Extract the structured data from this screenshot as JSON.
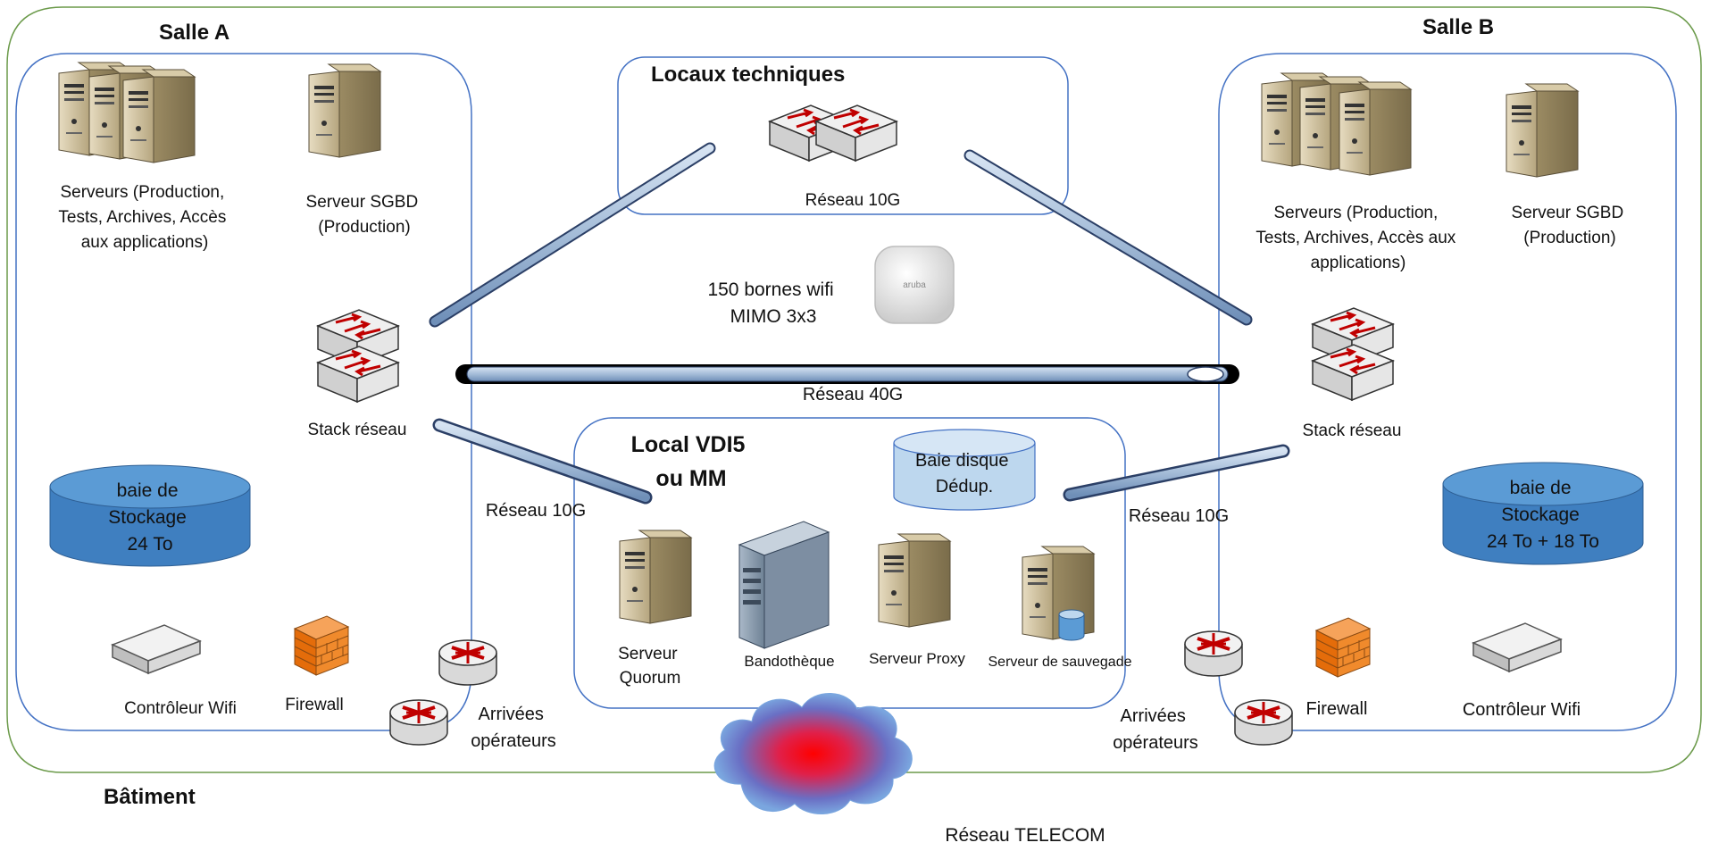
{
  "rooms": {
    "salle_a": "Salle A",
    "salle_b": "Salle B",
    "batiment": "Bâtiment",
    "locaux_techniques": "Locaux techniques",
    "local_vdi5": [
      "Local VDI5",
      "ou MM"
    ]
  },
  "salle_a": {
    "servers": [
      "Serveurs  (Production,",
      "Tests, Archives, Accès",
      "aux applications)"
    ],
    "sgbd": [
      "Serveur SGBD",
      "(Production)"
    ],
    "stack": "Stack réseau",
    "storage": [
      "baie de",
      "Stockage",
      "24 To"
    ],
    "wifi_controller": "Contrôleur Wifi",
    "firewall": "Firewall",
    "operators": [
      "Arrivées",
      "opérateurs"
    ]
  },
  "salle_b": {
    "servers": [
      "Serveurs  (Production,",
      "Tests, Archives, Accès aux",
      "applications)"
    ],
    "sgbd": [
      "Serveur SGBD",
      "(Production)"
    ],
    "stack": "Stack réseau",
    "storage": [
      "baie de",
      "Stockage",
      "24 To + 18 To"
    ],
    "wifi_controller": "Contrôleur Wifi",
    "firewall": "Firewall",
    "operators": [
      "Arrivées",
      "opérateurs"
    ]
  },
  "center": {
    "reseau_10g_top": "Réseau 10G",
    "wifi": [
      "150 bornes wifi",
      "MIMO 3x3"
    ],
    "ap_brand": "aruba",
    "reseau_40g": "Réseau 40G",
    "reseau_10g_left": "Réseau 10G",
    "reseau_10g_right": "Réseau 10G",
    "baie_dedup": [
      "Baie disque",
      "Dédup."
    ],
    "quorum": [
      "Serveur",
      "Quorum"
    ],
    "bandotheque": "Bandothèque",
    "proxy": "Serveur Proxy",
    "sauvegarde": "Serveur de sauvegade"
  },
  "telecom": "Réseau TELECOM",
  "colors": {
    "building_border": "#6b9a4a",
    "room_border": "#4472c4",
    "storage_fill": "#4a8ccf",
    "dedup_fill": "#bdd7ee",
    "link_fill": "#a4bcd8",
    "switch_arrow": "#c00000",
    "firewall": "#e46c0a",
    "cloud_outer": "#4472c4",
    "cloud_inner": "#ff0000"
  }
}
